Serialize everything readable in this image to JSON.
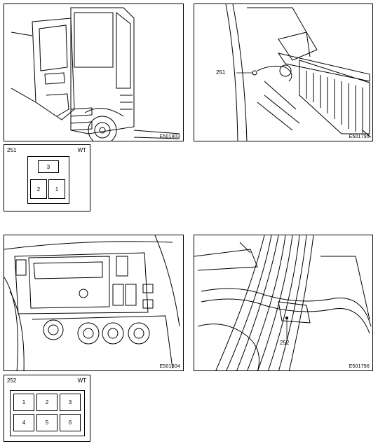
{
  "panels": {
    "truck_cab": {
      "code": "E501803"
    },
    "door_step": {
      "code": "E501795",
      "callout": "251"
    },
    "dashboard": {
      "code": "E501804"
    },
    "wiring": {
      "code": "E501796",
      "callout": "252"
    }
  },
  "connector_251": {
    "label": "251",
    "color_code": "WT",
    "pins": [
      "3",
      "2",
      "1"
    ]
  },
  "connector_252": {
    "label": "252",
    "color_code": "WT",
    "pins": [
      "1",
      "2",
      "3",
      "4",
      "5",
      "6"
    ]
  }
}
